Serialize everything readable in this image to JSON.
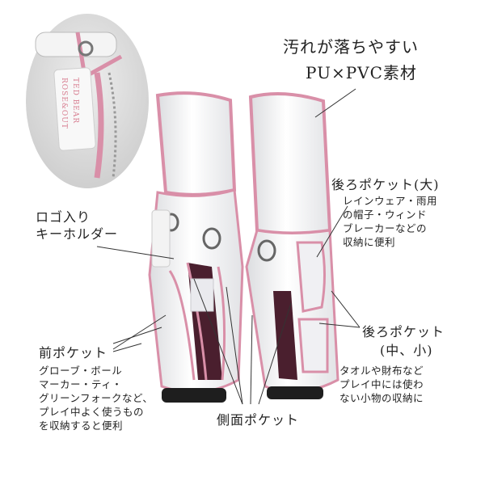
{
  "title_line1": "汚れが落ちやすい",
  "title_line2": "PU×PVC素材",
  "logo_label_line1": "ロゴ入り",
  "logo_label_line2": "キーホルダー",
  "rear_large_title": "後ろポケット(大)",
  "rear_large_desc": [
    "レインウェア・雨用",
    "の帽子・ウィンド",
    "ブレーカーなどの",
    "収納に便利"
  ],
  "rear_small_title_line1": "後ろポケット",
  "rear_small_title_line2": "(中、小)",
  "rear_small_desc": [
    "タオルや財布など",
    "プレイ中には使わ",
    "ない小物の収納に"
  ],
  "front_title": "前ポケット",
  "front_desc": [
    "グローブ・ボール",
    "マーカー・ティ・",
    "グリーンフォークなど、",
    "プレイ中よく使うもの",
    "を収納すると便利"
  ],
  "side_title": "側面ポケット",
  "inset_tag_line1": "ROSE&OUT",
  "inset_tag_line2": "TED BEAR",
  "colors": {
    "bag": "#f7f7f9",
    "trim": "#d98fa8",
    "dark": "#4a1f2e",
    "line": "#333333"
  }
}
